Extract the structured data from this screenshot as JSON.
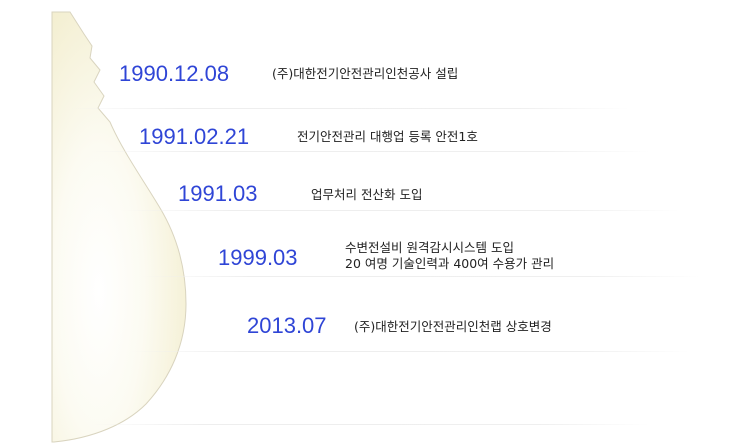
{
  "timeline": [
    {
      "year": "1990.12.08",
      "lines": [
        "(주)대한전기안전관리인천공사 설립"
      ]
    },
    {
      "year": "1991.02.21",
      "lines": [
        "전기안전관리 대행업 등록 안전1호"
      ]
    },
    {
      "year": "1991.03",
      "lines": [
        "업무처리 전산화 도입"
      ]
    },
    {
      "year": "1999.03",
      "lines": [
        "수변전설비 원격감시시스템 도입",
        "20 여명 기술인력과 400여 수용가 관리"
      ]
    },
    {
      "year": "2013.07",
      "lines": [
        "(주)대한전기안전관리인천랩 상호변경"
      ]
    }
  ],
  "colors": {
    "year": "#2f45d6",
    "bulb": "#fbf8e6",
    "bulb_edge": "#d7d2bd"
  }
}
